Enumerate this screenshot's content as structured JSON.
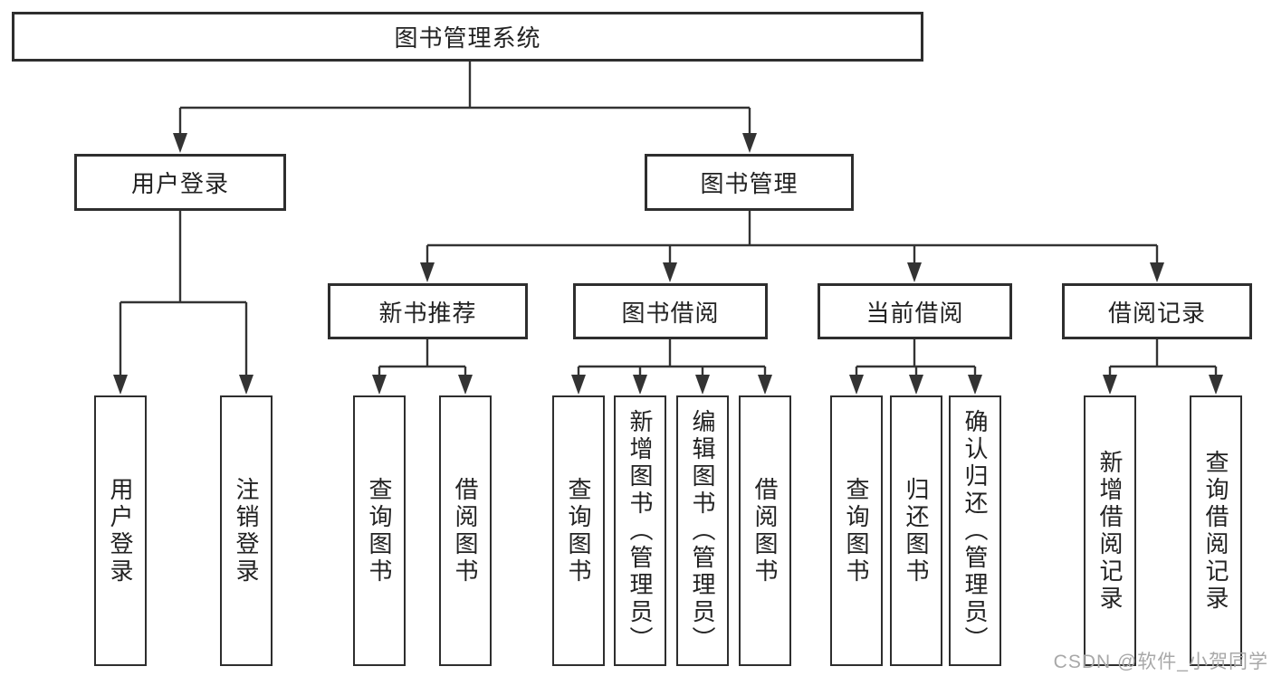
{
  "tree": {
    "root": {
      "label": "图书管理系统"
    },
    "branches": [
      {
        "label": "用户登录",
        "leaves": [
          {
            "label": "用户登录"
          },
          {
            "label": "注销登录"
          }
        ]
      },
      {
        "label": "图书管理",
        "groups": [
          {
            "label": "新书推荐",
            "leaves": [
              {
                "label": "查询图书"
              },
              {
                "label": "借阅图书"
              }
            ]
          },
          {
            "label": "图书借阅",
            "leaves": [
              {
                "label": "查询图书"
              },
              {
                "label": "新增图书（管理员）"
              },
              {
                "label": "编辑图书（管理员）"
              },
              {
                "label": "借阅图书"
              }
            ]
          },
          {
            "label": "当前借阅",
            "leaves": [
              {
                "label": "查询图书"
              },
              {
                "label": "归还图书"
              },
              {
                "label": "确认归还（管理员）"
              }
            ]
          },
          {
            "label": "借阅记录",
            "leaves": [
              {
                "label": "新增借阅记录"
              },
              {
                "label": "查询借阅记录"
              }
            ]
          }
        ]
      }
    ]
  },
  "watermark": {
    "text": "CSDN @软件_小贺同学"
  },
  "colors": {
    "line": "#333333",
    "box_border": "#2e2e2e",
    "text": "#222222",
    "watermark": "#a8a8a8",
    "background": "#ffffff"
  }
}
